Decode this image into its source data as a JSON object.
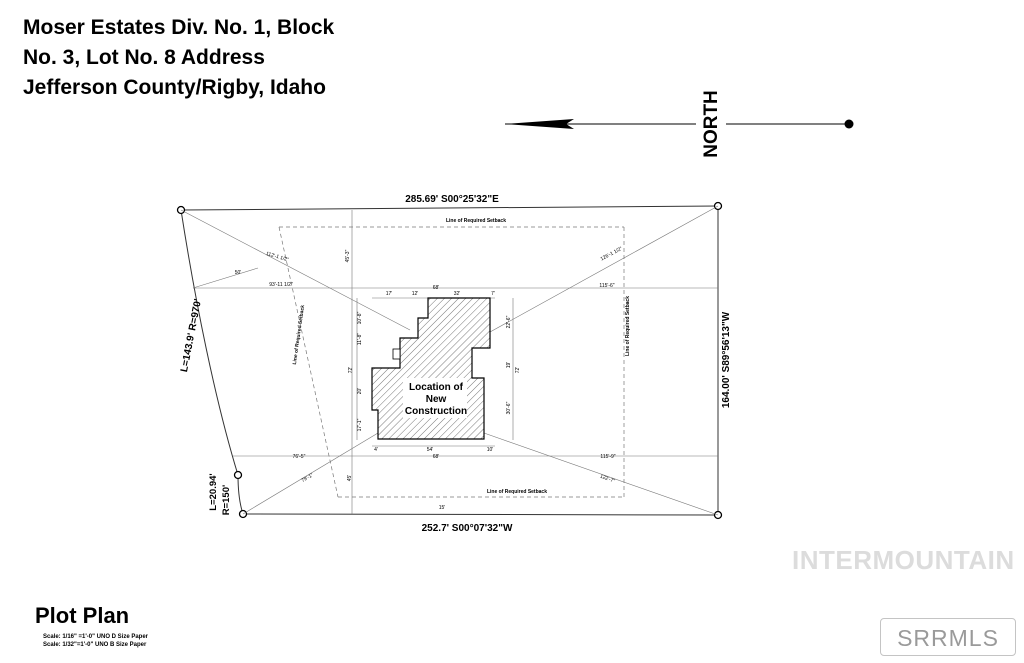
{
  "header": {
    "lines": [
      "Moser Estates Div. No. 1, Block",
      "No. 3, Lot No. 8 Address",
      "Jefferson County/Rigby, Idaho"
    ]
  },
  "compass": {
    "label": "NORTH"
  },
  "boundary": {
    "top": "285.69' S00°25'32\"E",
    "bottom": "252.7' S00°07'32\"W",
    "right": "164.00' S89°56'13\"W",
    "left_arc": "L=143.9' R=970'",
    "left_small_arc_l": "L=20.94'",
    "left_small_arc_r": "R=150'"
  },
  "setbacks": {
    "top": "Line of Required Setback",
    "bottom": "Line of Required Setback",
    "left": "Line of Required Setback",
    "right": "Line of Required Setback"
  },
  "building": {
    "label_1": "Location of",
    "label_2": "New",
    "label_3": "Construction"
  },
  "dimensions": {
    "d_112": "112'-1 1/2\"",
    "d_126": "126'-1 1/2\"",
    "d_93": "93'-11 1/2\"",
    "d_50": "50'",
    "d_45": "45'-3\"",
    "d_68_top": "68'",
    "d_17": "17'",
    "d_12": "12'",
    "d_32": "32'",
    "d_7": "7'",
    "d_115_top": "115'-6\"",
    "d_10_8": "10'-8\"",
    "d_11_8": "11'-8\"",
    "d_22_6": "22'-6\"",
    "d_19": "19'",
    "d_72_right": "72'",
    "d_30_6": "30'-6\"",
    "d_72_left": "72'",
    "d_20": "20'",
    "d_17_1": "17'-1\"",
    "d_54": "54'",
    "d_4": "4'",
    "d_10_bot": "10'",
    "d_68_bot": "68'",
    "d_76": "76'-5\"",
    "d_115_bot": "115'-9\"",
    "d_79": "79'-1\"",
    "d_122": "122'-7\"",
    "d_45_bot": "45'",
    "d_15": "15'"
  },
  "plan_title": "Plot Plan",
  "scales": [
    "Scale: 1/16\" =1'-0\" UNO D Size Paper",
    "Scale: 1/32\"=1'-0\" UNO B Size Paper"
  ],
  "watermark": {
    "brand": "INTERMOUNTAIN",
    "badge": "SRRMLS"
  }
}
